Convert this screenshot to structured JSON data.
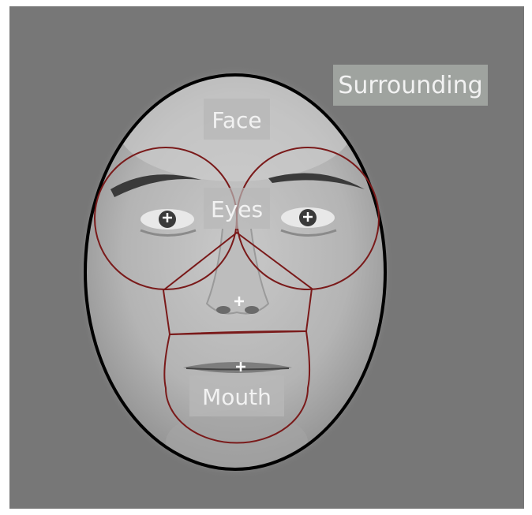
{
  "labels": {
    "surrounding": "Surrounding",
    "face": "Face",
    "eyes": "Eyes",
    "mouth": "Mouth"
  },
  "colors": {
    "background": "#777777",
    "face_outline": "#000000",
    "region_lines": "#7a1a1a",
    "label_box": "#a6aaa6",
    "label_text": "#f2f2f2",
    "markers": "#ffffff"
  },
  "icons": [
    "fixation-cross-icon"
  ]
}
